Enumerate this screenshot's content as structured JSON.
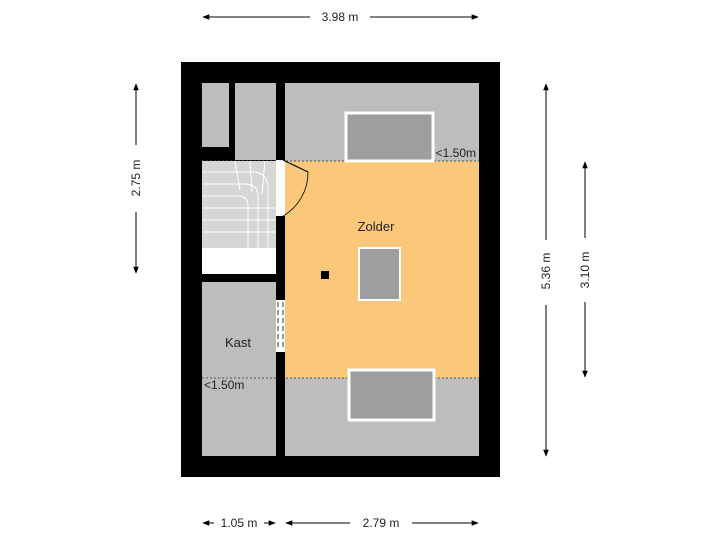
{
  "dimensions": {
    "top_width": "3.98 m",
    "left_height": "2.75 m",
    "right_outer_height": "5.36 m",
    "right_inner_height": "3.10 m",
    "bottom_left_width": "1.05 m",
    "bottom_right_width": "2.79 m"
  },
  "rooms": {
    "main": "Zolder",
    "closet": "Kast"
  },
  "notes": {
    "low_height_top": "<1.50m",
    "low_height_bottom": "<1.50m"
  },
  "colors": {
    "wall": "#000000",
    "floor": "#bdbdbd",
    "attic": "#fbc77b",
    "window": "#9e9e9e",
    "stairs": "#d6d6d6"
  }
}
